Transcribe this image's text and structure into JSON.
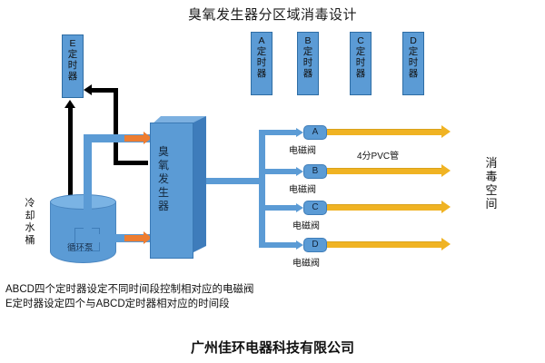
{
  "title": "臭氧发生器分区域消毒设计",
  "company": "广州佳环电器科技有限公司",
  "notes": [
    "ABCD四个定时器设定不同时间段控制相对应的电磁阀",
    "E定时器设定四个与ABCD定时器相对应的时间段"
  ],
  "timers": {
    "master": {
      "id": "E",
      "name": "定时器",
      "label": "E 定时器"
    },
    "zone": [
      {
        "id": "A",
        "name": "定时器"
      },
      {
        "id": "B",
        "name": "定时器"
      },
      {
        "id": "C",
        "name": "定时器"
      },
      {
        "id": "D",
        "name": "定时器"
      }
    ]
  },
  "generator": {
    "label": "臭氧发生器",
    "chars": [
      "臭",
      "氧",
      "发",
      "生",
      "器"
    ]
  },
  "cooling": {
    "bucket_label": "冷却水桶",
    "bucket_chars": [
      "冷",
      "却",
      "水",
      "桶"
    ],
    "pump_label": "循环泵"
  },
  "valves": [
    {
      "id": "A",
      "label": "电磁阀"
    },
    {
      "id": "B",
      "label": "电磁阀"
    },
    {
      "id": "C",
      "label": "电磁阀"
    },
    {
      "id": "D",
      "label": "电磁阀"
    }
  ],
  "pipes": {
    "pvc_label": "4分PVC管"
  },
  "destination": {
    "label": "消毒空间",
    "chars": [
      "消",
      "毒",
      "空",
      "间"
    ]
  },
  "colors": {
    "box_blue": "#5b9bd5",
    "box_blue_border": "#3f7db8",
    "generator_side": "#3e7cbb",
    "orange_arrow": "#ed7d31",
    "pvc_yellow": "#f0b323",
    "wire_black": "#000000",
    "background": "#ffffff"
  }
}
